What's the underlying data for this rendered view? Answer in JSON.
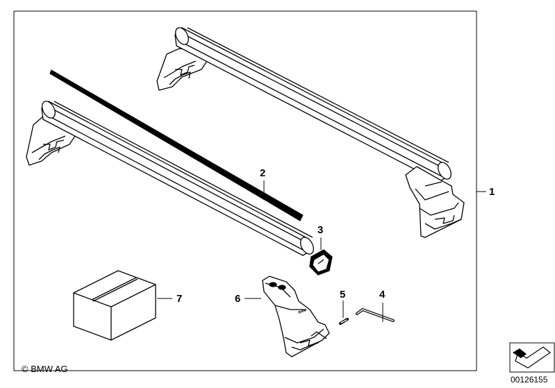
{
  "callouts": {
    "c1": "1",
    "c2": "2",
    "c3": "3",
    "c4": "4",
    "c5": "5",
    "c6": "6",
    "c7": "7"
  },
  "copyright": "© BMW AG",
  "drawing_number": "00126155",
  "foot_logo": "BMW",
  "icons": {
    "nav": "arrow-navigation-icon"
  }
}
